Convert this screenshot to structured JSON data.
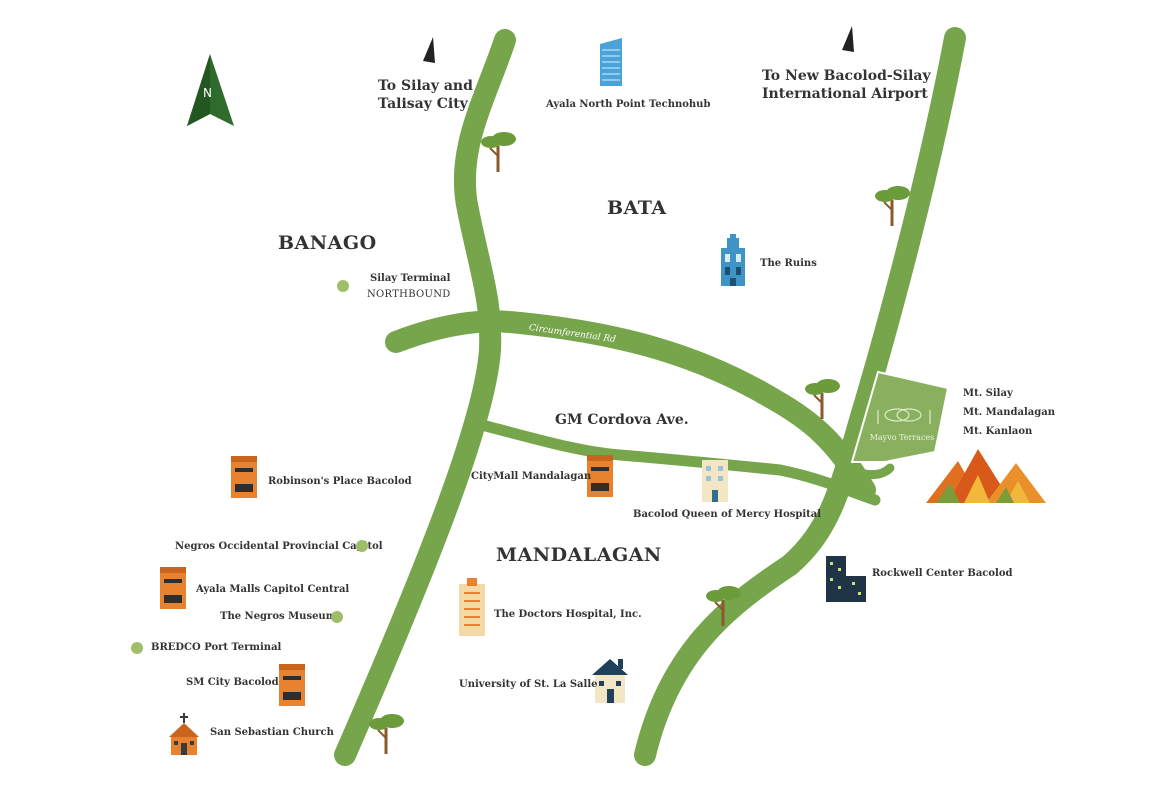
{
  "directions": {
    "silay": [
      "To Silay and",
      "Talisay City"
    ],
    "airport": [
      "To New Bacolod-Silay",
      "International Airport"
    ]
  },
  "compass": {
    "label": "N"
  },
  "districts": {
    "banago": "BANAGO",
    "bata": "BATA",
    "mandalagan": "MANDALAGAN"
  },
  "roads": {
    "circumferential": "Circumferential Rd",
    "gm_cordova": "GM Cordova Ave."
  },
  "poi": {
    "ayala_north_point": "Ayala North Point Technohub",
    "silay_terminal": "Silay Terminal",
    "northbound": "NORTHBOUND",
    "the_ruins": "The Ruins",
    "citymall": "CityMall Mandalagan",
    "queen_of_mercy": "Bacolod Queen of Mercy Hospital",
    "robinsons": "Robinson's Place Bacolod",
    "provincial_capitol": "Negros Occidental Provincial Capitol",
    "ayala_capitol": "Ayala Malls Capitol Central",
    "negros_museum": "The Negros Museum",
    "bredco": "BREDCO Port Terminal",
    "sm_city": "SM City Bacolod",
    "san_sebastian": "San Sebastian Church",
    "doctors_hospital": "The Doctors Hospital, Inc.",
    "usls": "University of St. La Salle",
    "rockwell": "Rockwell Center Bacolod"
  },
  "mountains": [
    "Mt. Silay",
    "Mt. Mandalagan",
    "Mt. Kanlaon"
  ],
  "development": {
    "label": "Mayvo Terraces"
  },
  "colors": {
    "road": "#76a54c",
    "lot": "#89b05e",
    "dot": "#9fbe6a",
    "compass": "#2e6b2c",
    "mall": "#e9822f",
    "tree": "#6b9b3a",
    "text": "#333333"
  }
}
